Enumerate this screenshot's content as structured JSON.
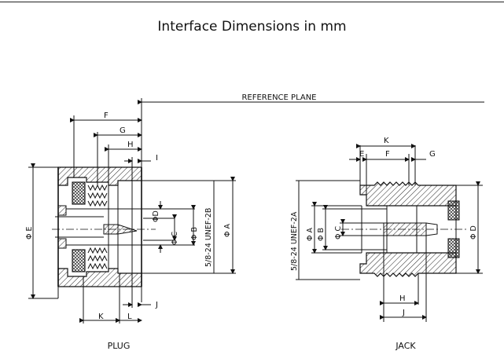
{
  "title": "Interface Dimensions in mm",
  "reference_plane": "REFERENCE PLANE",
  "plug": {
    "caption": "PLUG",
    "labels": {
      "F": "F",
      "G": "G",
      "H": "H",
      "I": "I",
      "J": "J",
      "K": "K",
      "L": "L",
      "E": "Φ E",
      "D": "ΦD",
      "C": "Φ C",
      "B": "Φ B",
      "A": "Φ A",
      "thread": "5/8-24 UNEF-2B"
    }
  },
  "jack": {
    "caption": "JACK",
    "labels": {
      "K": "K",
      "E": "E",
      "F": "F",
      "G": "G",
      "H": "H",
      "J": "J",
      "A": "Φ A",
      "B": "Φ B",
      "C": "Φ C",
      "D": "Φ D",
      "thread": "5/8-24 UNEF-2A"
    }
  }
}
